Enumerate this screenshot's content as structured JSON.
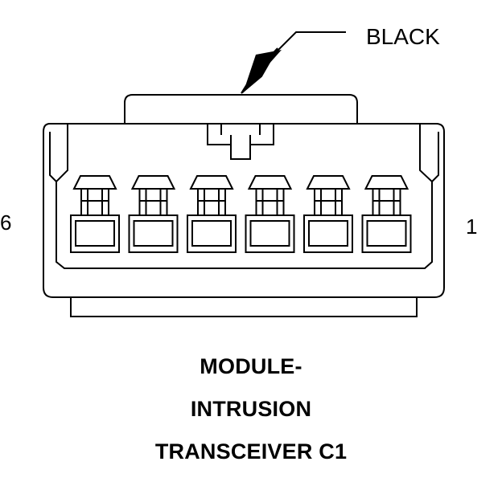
{
  "connector": {
    "color": "BLACK",
    "pin_left": "6",
    "pin_right": "1",
    "pin_count": 6
  },
  "caption": {
    "line1": "MODULE-",
    "line2": "INTRUSION",
    "line3": "TRANSCEIVER C1"
  },
  "colors": {
    "line": "#000000",
    "background": "#ffffff"
  }
}
